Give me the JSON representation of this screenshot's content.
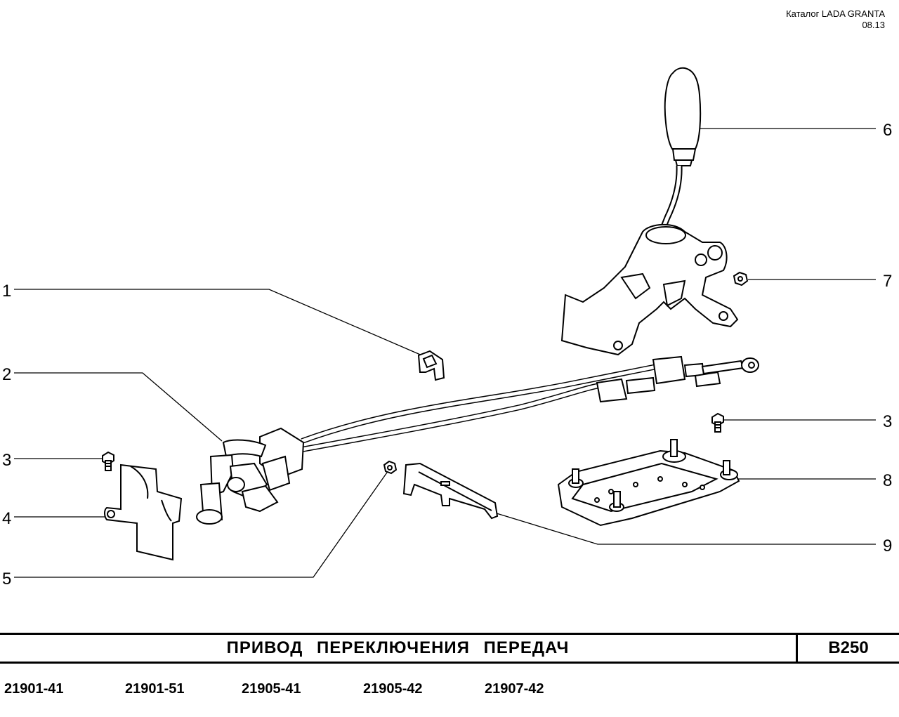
{
  "header": {
    "catalog_title": "Каталог  LADA  GRANTA",
    "catalog_date": "08.13"
  },
  "callouts": [
    {
      "id": "1",
      "label": "1"
    },
    {
      "id": "2",
      "label": "2"
    },
    {
      "id": "3a",
      "label": "3"
    },
    {
      "id": "4",
      "label": "4"
    },
    {
      "id": "5",
      "label": "5"
    },
    {
      "id": "6",
      "label": "6"
    },
    {
      "id": "7",
      "label": "7"
    },
    {
      "id": "3b",
      "label": "3"
    },
    {
      "id": "8",
      "label": "8"
    },
    {
      "id": "9",
      "label": "9"
    }
  ],
  "footer": {
    "title": "ПРИВОД   ПЕРЕКЛЮЧЕНИЯ   ПЕРЕДАЧ",
    "code": "B250"
  },
  "models": [
    "21901-41",
    "21901-51",
    "21905-41",
    "21905-42",
    "21907-42"
  ]
}
